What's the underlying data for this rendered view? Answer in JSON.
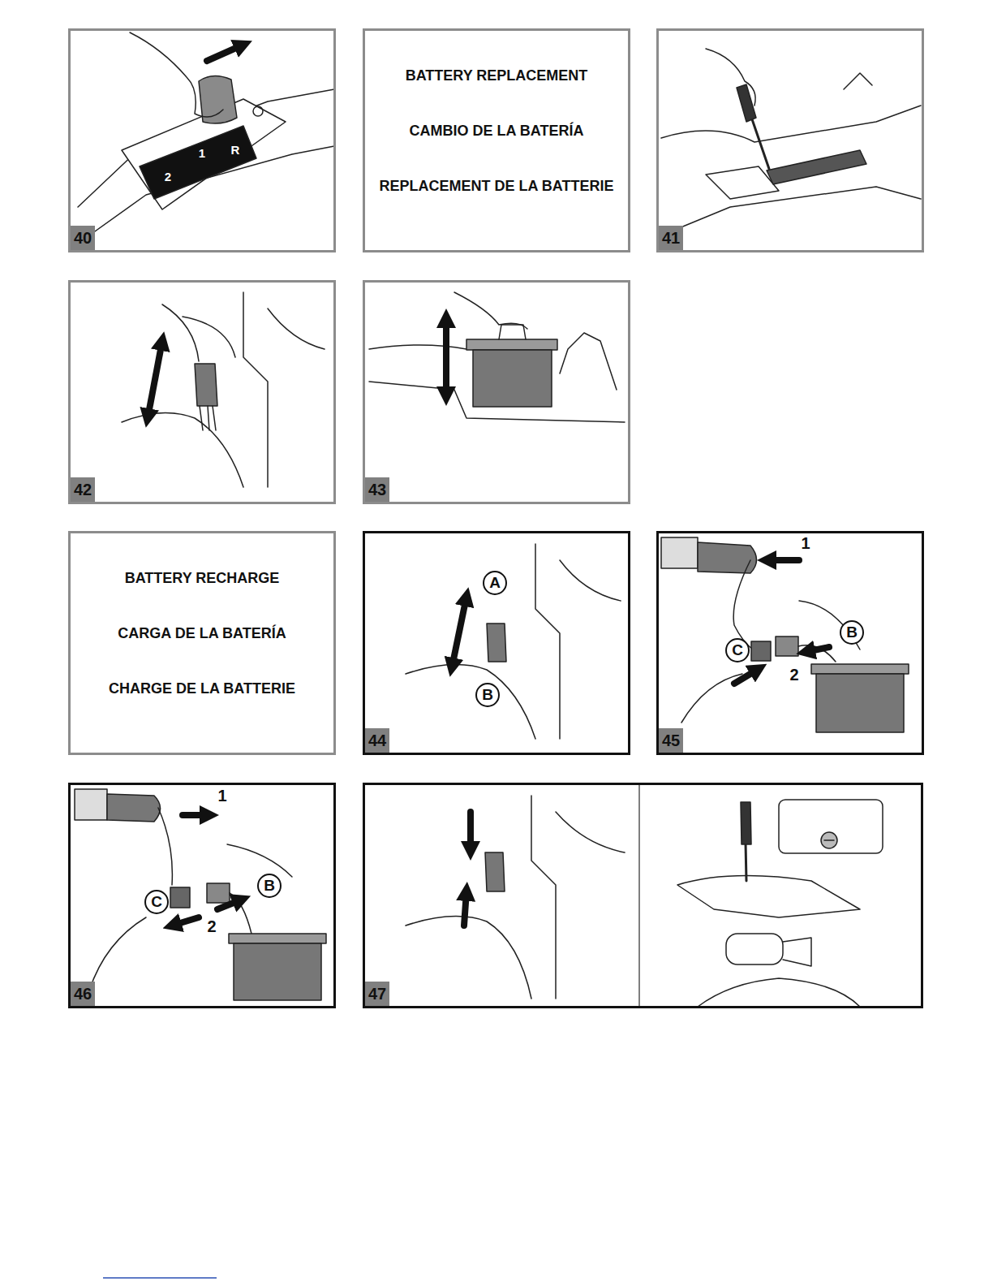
{
  "diagram": {
    "nodes": [
      {
        "text": [
          "40"
        ]
      },
      {
        "text": [
          "BATTERY REPLACEMENT",
          "CAMBIO DE LA BATERÍA",
          "REPLACEMENT DE LA BATTERIE"
        ]
      },
      {
        "text": [
          "41"
        ]
      },
      {
        "text": [
          "42"
        ]
      },
      {
        "text": [
          "43"
        ]
      },
      {
        "text": [
          "BATTERY RECHARGE",
          "CARGA DE LA BATERÍA",
          "CHARGE DE LA BATTERIE"
        ]
      },
      {
        "text": [
          "44"
        ]
      },
      {
        "text": [
          "A"
        ],
        "in": 6
      },
      {
        "text": [
          "B"
        ],
        "in": 6
      },
      {
        "text": [
          "45"
        ]
      },
      {
        "text": [
          "C"
        ],
        "in": 9
      },
      {
        "text": [
          "B"
        ],
        "in": 9
      },
      {
        "text": [
          "46"
        ]
      },
      {
        "text": [
          "C"
        ],
        "in": 12
      },
      {
        "text": [
          "B"
        ],
        "in": 12
      },
      {
        "text": [
          "47"
        ]
      }
    ],
    "labels": [
      "R",
      "1",
      "2",
      "1",
      "2",
      "1",
      "2"
    ]
  }
}
